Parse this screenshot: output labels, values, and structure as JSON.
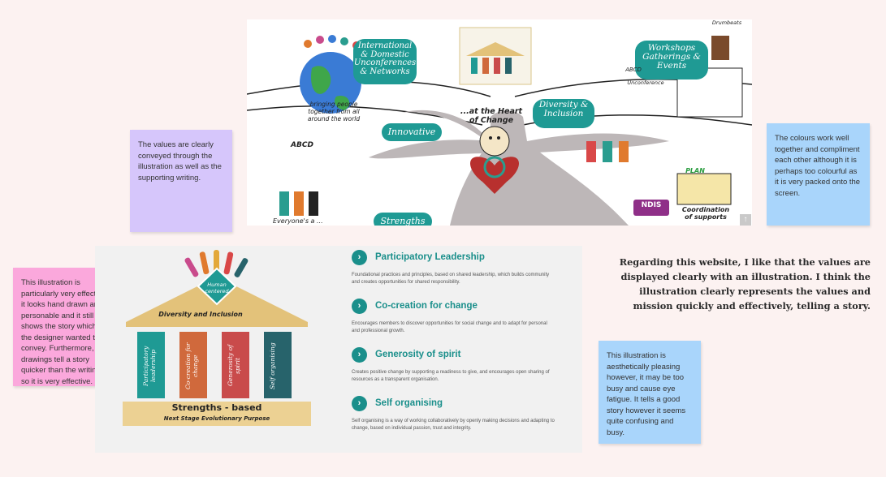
{
  "mural": {
    "international_label": "International & Domestic Unconferences & Networks",
    "bringing_label": "bringing people together from all around the world",
    "workshops_label": "Workshops Gatherings & Events",
    "drumbeats_label": "Drumbeats",
    "unconference_label": "Unconference",
    "abcd_label_top": "ABCD",
    "abcd_label_left": "ABCD",
    "innovative_label": "Innovative",
    "heart_label": "...at the Heart of Change",
    "diversity_label": "Diversity & Inclusion",
    "strengths_label": "Strengths",
    "ndis_label": "NDIS",
    "coordination_label": "Coordination of supports",
    "plan_label": "PLAN",
    "everyone_label": "Everyone's a ...",
    "scroll_icon": "arrow-up-icon"
  },
  "stickies": {
    "purple": "The values are clearly conveyed through the illustration as well as the supporting writing.",
    "blue_right": "The colours work well together and compliment each other although it is perhaps too colourful as it is very packed onto the screen.",
    "pink": "This illustration is particularly very effective, it looks hand drawn and personable and it still shows the story which the designer wanted to convey. Furthermore, the drawings tell a story quicker than the writing so it is very effective.",
    "blue_bottom": "This illustration is aesthetically pleasing however, it may be too busy and cause eye fatigue. It tells a good story however it seems quite confusing and busy."
  },
  "house": {
    "roof_label": "Human centered",
    "beam_label": "Diversity and Inclusion",
    "pillars": [
      "Participatory leadership",
      "Co-creation for change",
      "Generosity of spirit",
      "Self organising"
    ],
    "base_title": "Strengths - based",
    "base_subtitle": "Next Stage Evolutionary Purpose"
  },
  "values": [
    {
      "title": "Participatory Leadership",
      "text": "Foundational practices and principles, based on shared leadership, which builds community and creates opportunities for shared responsibility."
    },
    {
      "title": "Co-creation for change",
      "text": "Encourages members to discover opportunities for social change and to adapt for personal and professional growth."
    },
    {
      "title": "Generosity of spirit",
      "text": "Creates positive change by supporting a readiness to give, and encourages open sharing of resources as a transparent organisation."
    },
    {
      "title": "Self organising",
      "text": "Self organising is a way of working collaboratively by openly making decisions and adapting to change, based on individual passion, trust and integrity."
    }
  ],
  "quote": "Regarding this website, I like that the values are displayed clearly with an illustration. I think the illustration clearly represents the values and mission quickly and effectively, telling a story.",
  "colors": {
    "teal": "#1f9a94",
    "purple_note": "#d6c6fb",
    "blue_note": "#a9d5fb",
    "pink_note": "#fba8dc"
  }
}
